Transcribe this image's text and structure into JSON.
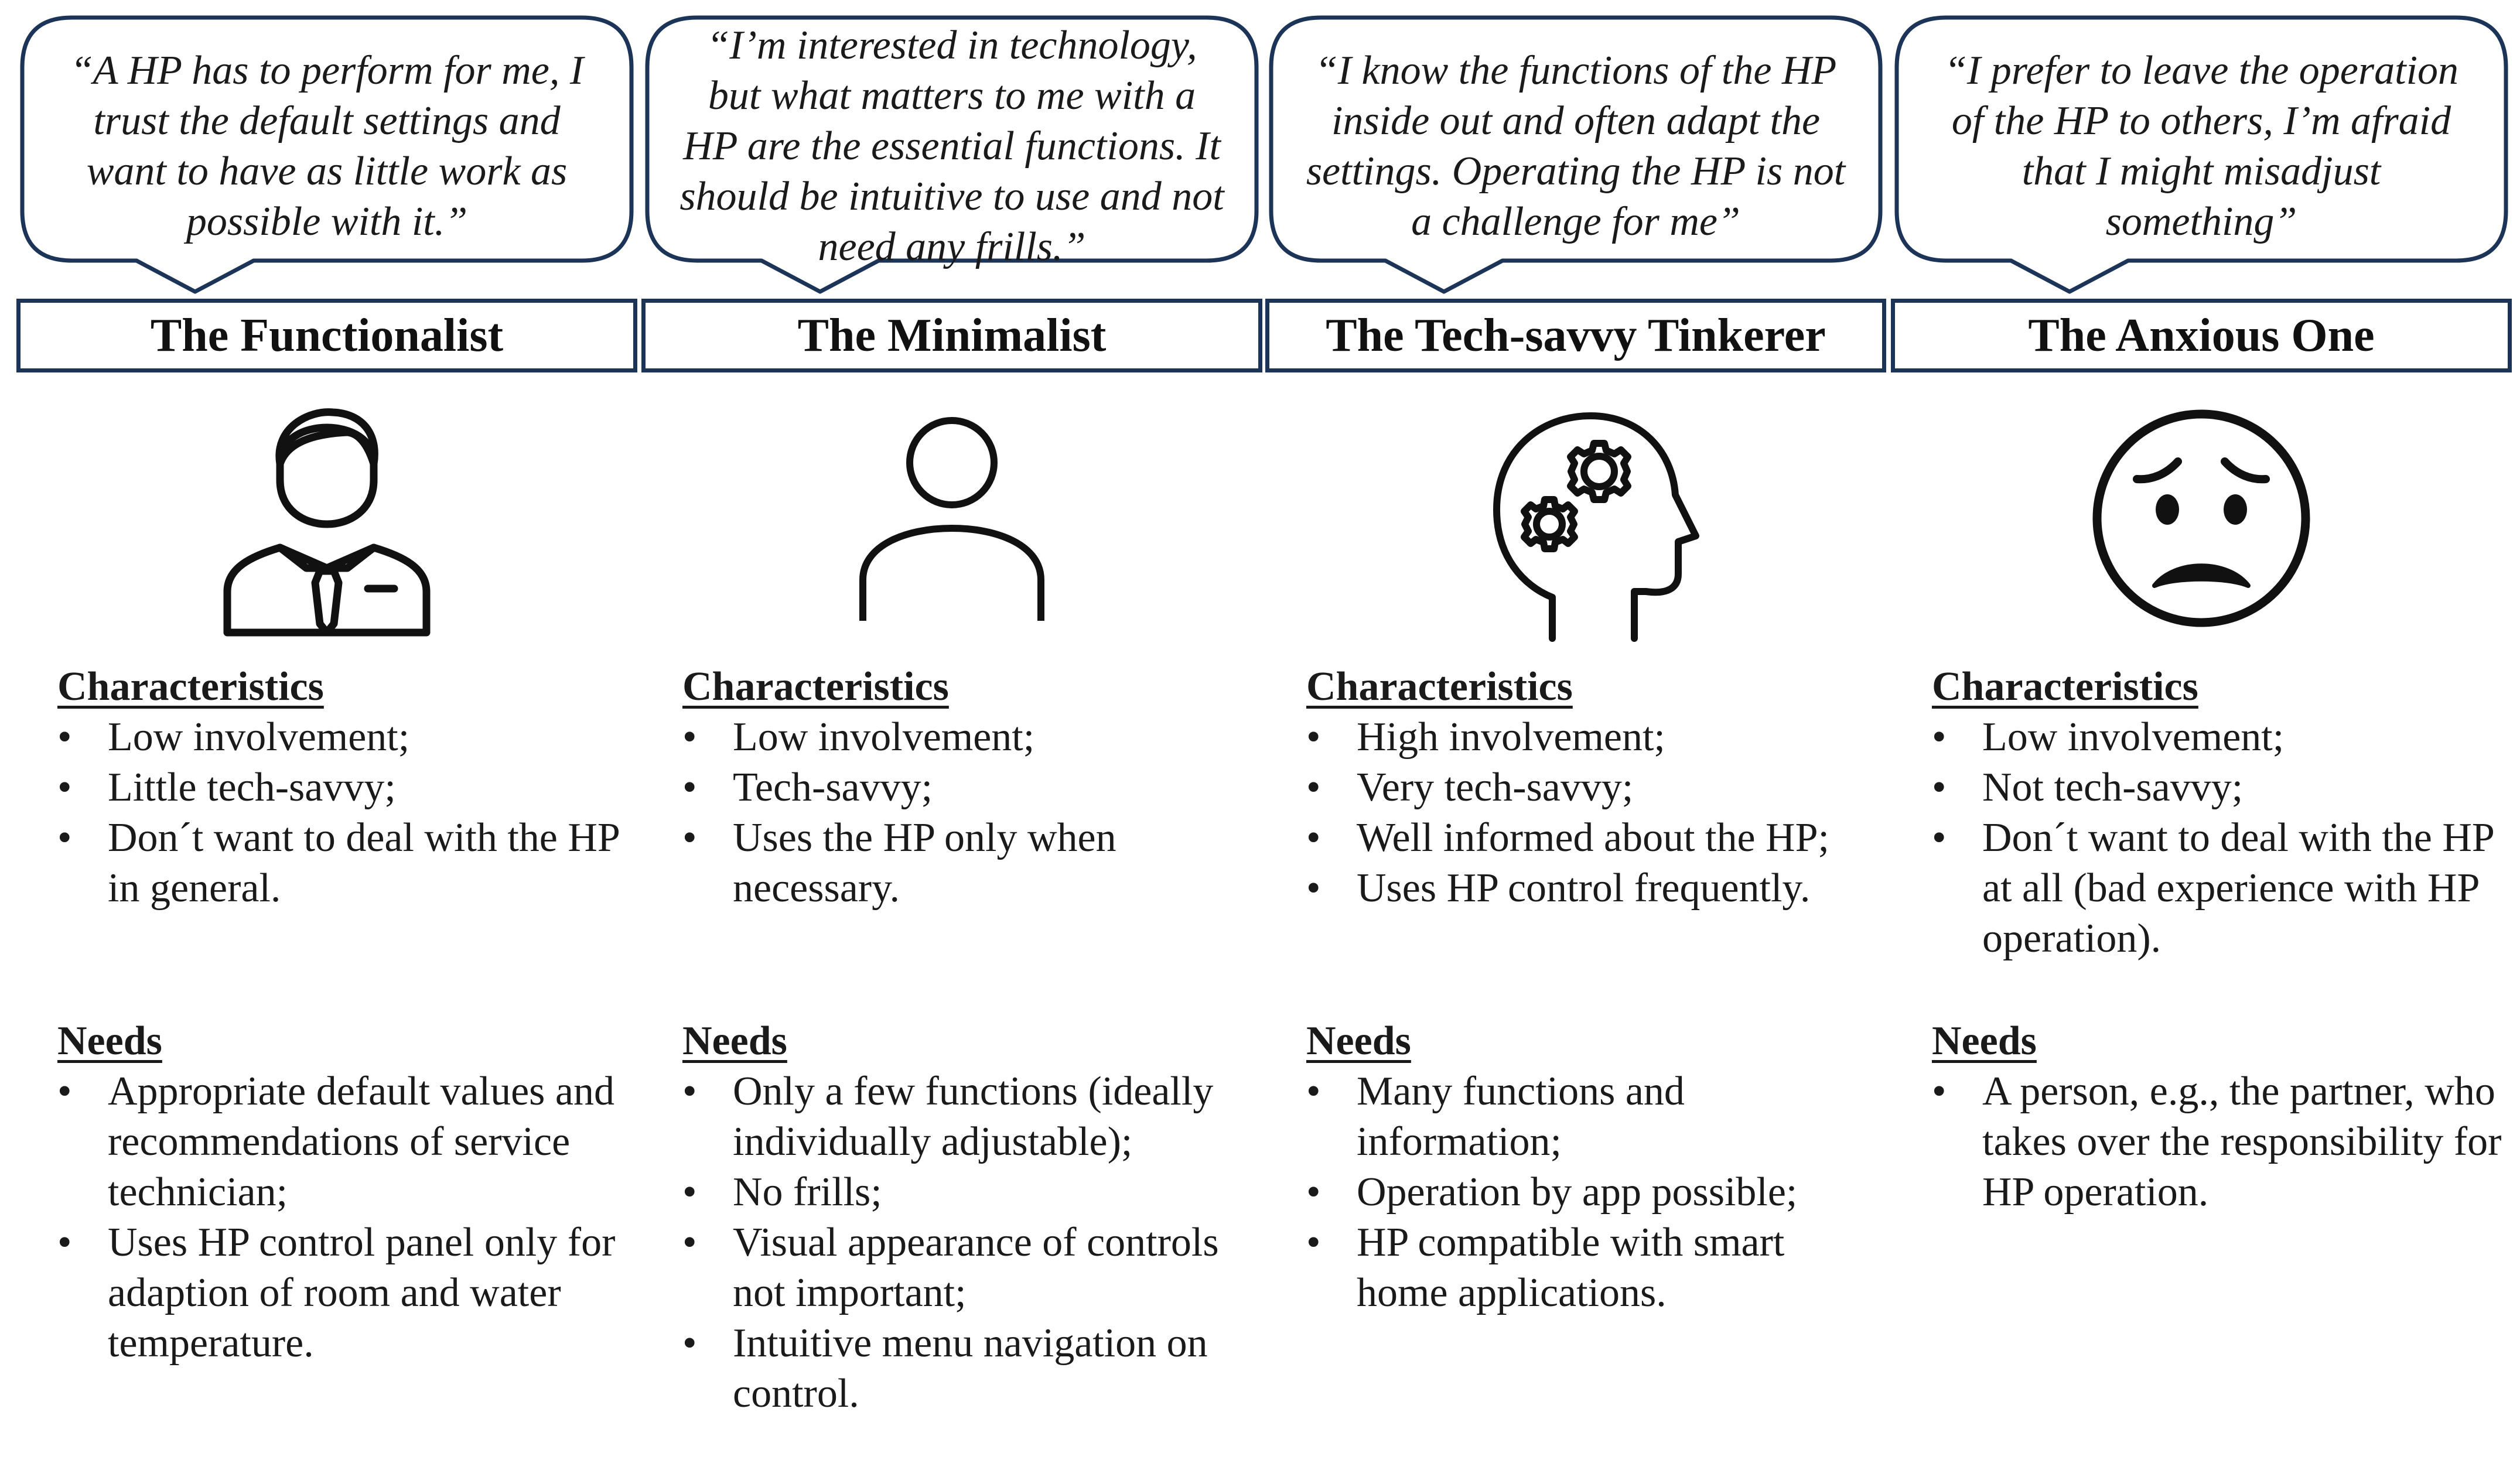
{
  "personas": [
    {
      "quote": "“A HP has to perform for me, I trust the default settings and want to have as little work as possible with it.”",
      "name": "The Functionalist",
      "icon": "businessman-icon",
      "characteristics_title": "Characteristics",
      "characteristics": [
        "Low involvement;",
        "Little tech-savvy;",
        "Don´t want to deal with the HP in general."
      ],
      "needs_title": "Needs",
      "needs": [
        "Appropriate default values and recommendations of service technician;",
        "Uses HP control panel only for adaption of room and water temperature."
      ]
    },
    {
      "quote": "“I’m interested in technology, but what matters to me with a HP are the essential functions. It should be intuitive to use and not need any frills.”",
      "name": "The Minimalist",
      "icon": "person-outline-icon",
      "characteristics_title": "Characteristics",
      "characteristics": [
        "Low involvement;",
        "Tech-savvy;",
        "Uses the HP only when necessary."
      ],
      "needs_title": "Needs",
      "needs": [
        "Only a few functions (ideally individually adjustable);",
        "No frills;",
        "Visual appearance of controls not important;",
        "Intuitive menu navigation on control."
      ]
    },
    {
      "quote": "“I know the functions of the HP inside out and often adapt the settings. Operating the HP is not a challenge for me”",
      "name": "The Tech-savvy Tinkerer",
      "icon": "head-gears-icon",
      "characteristics_title": "Characteristics",
      "characteristics": [
        "High involvement;",
        "Very tech-savvy;",
        "Well informed about the HP;",
        "Uses HP control frequently."
      ],
      "needs_title": "Needs",
      "needs": [
        "Many functions and information;",
        "Operation by app possible;",
        "HP compatible with smart home applications."
      ]
    },
    {
      "quote": "“I prefer to leave the operation of the HP to others, I’m afraid that I might misadjust something”",
      "name": "The Anxious One",
      "icon": "worried-face-icon",
      "characteristics_title": "Characteristics",
      "characteristics": [
        "Low involvement;",
        "Not tech-savvy;",
        "Don´t want to deal with the HP at all (bad experience with HP operation)."
      ],
      "needs_title": "Needs",
      "needs": [
        "A person, e.g., the partner, who takes over the responsibility for HP operation."
      ]
    }
  ],
  "bullet_char": "•",
  "colors": {
    "frame": "#1c3457",
    "text": "#1a1a1a",
    "icon": "#111111"
  }
}
